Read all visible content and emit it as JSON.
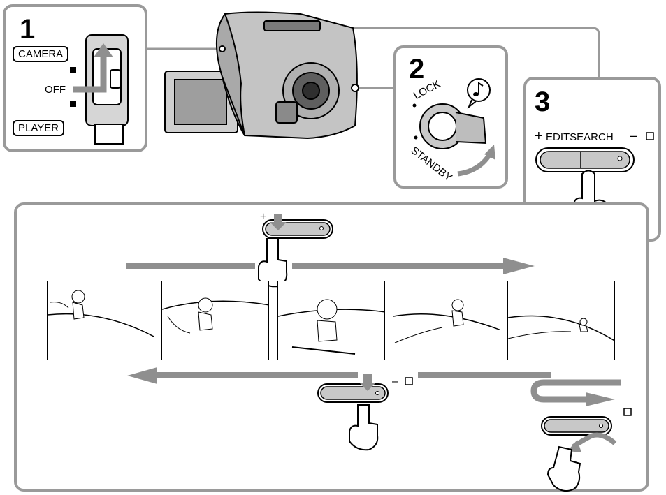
{
  "step1": {
    "number": "1",
    "camera_label": "CAMERA",
    "off_label": "OFF",
    "player_label": "PLAYER"
  },
  "step2": {
    "number": "2",
    "lock_label": "LOCK",
    "standby_label": "STANDBY"
  },
  "step3": {
    "number": "3",
    "plus_label": "+",
    "editsearch_label": "EDITSEARCH",
    "minus_label": "–"
  },
  "sequence": {
    "plus_label": "+",
    "minus_label": "–"
  },
  "icons": [
    "music-note-icon",
    "hand-pointer-icon",
    "rec-review-icon",
    "arrow-right-icon",
    "arrow-left-icon"
  ],
  "colors": {
    "frame_gray": "#9a9a9a",
    "arrow_gray": "#8f8f8f"
  }
}
